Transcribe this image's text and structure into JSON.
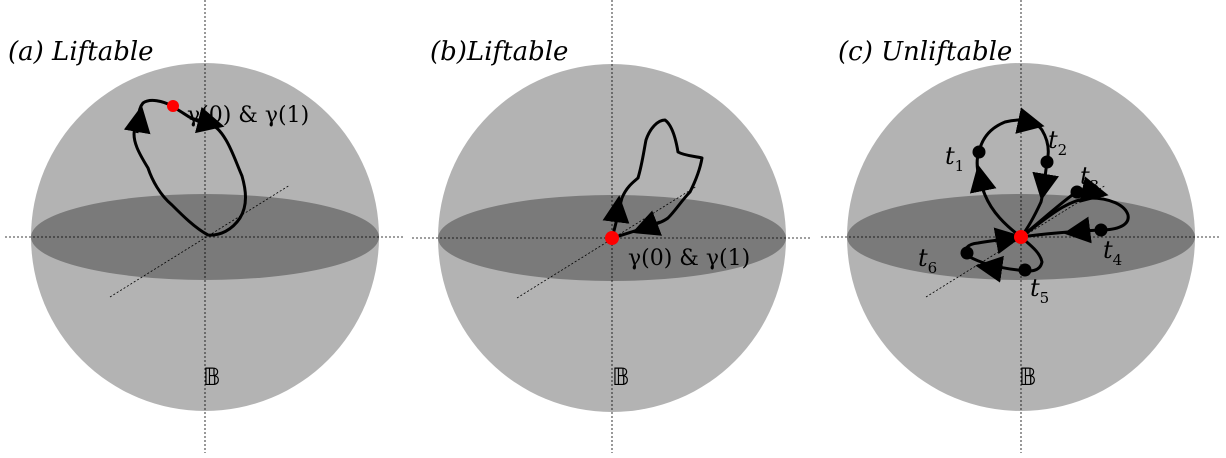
{
  "panels": [
    {
      "title": "(a) Liftable",
      "ball_label": "𝔹",
      "point_label": "γ(0) & γ(1)"
    },
    {
      "title": "(b)Liftable",
      "ball_label": "𝔹",
      "point_label": "γ(0) & γ(1)"
    },
    {
      "title": "(c) Unliftable",
      "ball_label": "𝔹",
      "time_labels": [
        {
          "t": "t",
          "sub": "1"
        },
        {
          "t": "t",
          "sub": "2"
        },
        {
          "t": "t",
          "sub": "3"
        },
        {
          "t": "t",
          "sub": "4"
        },
        {
          "t": "t",
          "sub": "5"
        },
        {
          "t": "t",
          "sub": "6"
        }
      ]
    }
  ],
  "colors": {
    "sphere": "#b3b3b3",
    "disk": "#7a7a7a",
    "curve": "#000000",
    "marked_point": "#ff0000",
    "time_point": "#000000"
  }
}
